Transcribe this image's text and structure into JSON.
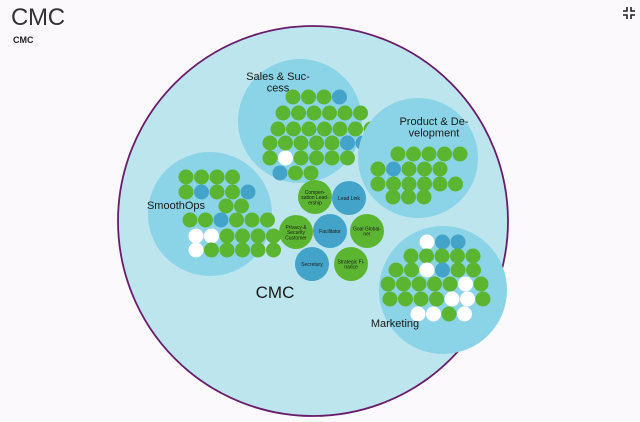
{
  "app": {
    "title": "CMC",
    "subtitle": "CMC"
  },
  "controls": {
    "fullscreen_icon": "collapse-arrows-icon"
  },
  "colors": {
    "background": "#fbf9fc",
    "root_circle_fill": "#bce5ee",
    "root_circle_stroke": "#6a1b6b",
    "team_circle_fill": "#8bd3e6",
    "role_green": "#5cb531",
    "role_blue": "#43a3c8",
    "role_white": "#ffffff",
    "label_text": "#1a1a1a"
  },
  "root": {
    "name": "CMC"
  },
  "teams": [
    {
      "name_lines": [
        "Sales & Suc-",
        "cess"
      ],
      "roles": [
        {
          "name": "",
          "type": "green"
        },
        {
          "name": "",
          "type": "green"
        },
        {
          "name": "",
          "type": "green"
        },
        {
          "name": "",
          "type": "blue"
        },
        {
          "name": "",
          "type": "green"
        },
        {
          "name": "",
          "type": "green"
        },
        {
          "name": "",
          "type": "green"
        },
        {
          "name": "",
          "type": "green"
        },
        {
          "name": "",
          "type": "green"
        },
        {
          "name": "",
          "type": "green"
        },
        {
          "name": "",
          "type": "green"
        },
        {
          "name": "",
          "type": "green"
        },
        {
          "name": "",
          "type": "green"
        },
        {
          "name": "",
          "type": "green"
        },
        {
          "name": "",
          "type": "green"
        },
        {
          "name": "",
          "type": "green"
        },
        {
          "name": "",
          "type": "green"
        },
        {
          "name": "",
          "type": "green"
        },
        {
          "name": "",
          "type": "green"
        },
        {
          "name": "",
          "type": "green"
        },
        {
          "name": "",
          "type": "green"
        },
        {
          "name": "",
          "type": "green"
        },
        {
          "name": "",
          "type": "blue"
        },
        {
          "name": "",
          "type": "blue"
        },
        {
          "name": "",
          "type": "green"
        },
        {
          "name": "",
          "type": "white"
        },
        {
          "name": "",
          "type": "green"
        },
        {
          "name": "",
          "type": "green"
        },
        {
          "name": "",
          "type": "green"
        },
        {
          "name": "",
          "type": "green"
        },
        {
          "name": "",
          "type": "blue"
        },
        {
          "name": "",
          "type": "green"
        },
        {
          "name": "",
          "type": "green"
        }
      ]
    },
    {
      "name_lines": [
        "Product & De-",
        "velopment"
      ],
      "roles": [
        {
          "name": "",
          "type": "green"
        },
        {
          "name": "",
          "type": "green"
        },
        {
          "name": "",
          "type": "green"
        },
        {
          "name": "",
          "type": "green"
        },
        {
          "name": "",
          "type": "green"
        },
        {
          "name": "",
          "type": "green"
        },
        {
          "name": "",
          "type": "blue"
        },
        {
          "name": "",
          "type": "green"
        },
        {
          "name": "",
          "type": "green"
        },
        {
          "name": "",
          "type": "green"
        },
        {
          "name": "",
          "type": "green"
        },
        {
          "name": "",
          "type": "green"
        },
        {
          "name": "",
          "type": "green"
        },
        {
          "name": "",
          "type": "green"
        },
        {
          "name": "",
          "type": "green"
        },
        {
          "name": "",
          "type": "green"
        },
        {
          "name": "",
          "type": "green"
        },
        {
          "name": "",
          "type": "green"
        },
        {
          "name": "",
          "type": "green"
        },
        {
          "name": "",
          "type": "green"
        },
        {
          "name": "",
          "type": "green"
        },
        {
          "name": "",
          "type": "blue"
        },
        {
          "name": "",
          "type": "green"
        },
        {
          "name": "",
          "type": "green"
        }
      ]
    },
    {
      "name_lines": [
        "SmoothOps"
      ],
      "roles": [
        {
          "name": "",
          "type": "green"
        },
        {
          "name": "",
          "type": "green"
        },
        {
          "name": "",
          "type": "green"
        },
        {
          "name": "",
          "type": "green"
        },
        {
          "name": "",
          "type": "green"
        },
        {
          "name": "",
          "type": "blue"
        },
        {
          "name": "",
          "type": "green"
        },
        {
          "name": "",
          "type": "green"
        },
        {
          "name": "",
          "type": "blue"
        },
        {
          "name": "",
          "type": "green"
        },
        {
          "name": "",
          "type": "green"
        },
        {
          "name": "",
          "type": "green"
        },
        {
          "name": "",
          "type": "green"
        },
        {
          "name": "",
          "type": "blue"
        },
        {
          "name": "",
          "type": "green"
        },
        {
          "name": "",
          "type": "green"
        },
        {
          "name": "",
          "type": "green"
        },
        {
          "name": "",
          "type": "white"
        },
        {
          "name": "",
          "type": "white"
        },
        {
          "name": "",
          "type": "green"
        },
        {
          "name": "",
          "type": "green"
        },
        {
          "name": "",
          "type": "green"
        },
        {
          "name": "",
          "type": "green"
        },
        {
          "name": "",
          "type": "white"
        },
        {
          "name": "",
          "type": "green"
        },
        {
          "name": "",
          "type": "green"
        },
        {
          "name": "",
          "type": "green"
        },
        {
          "name": "",
          "type": "green"
        },
        {
          "name": "",
          "type": "green"
        }
      ]
    },
    {
      "name_lines": [
        "Marketing"
      ],
      "roles": [
        {
          "name": "",
          "type": "white"
        },
        {
          "name": "",
          "type": "blue"
        },
        {
          "name": "",
          "type": "blue"
        },
        {
          "name": "",
          "type": "green"
        },
        {
          "name": "",
          "type": "green"
        },
        {
          "name": "",
          "type": "green"
        },
        {
          "name": "",
          "type": "green"
        },
        {
          "name": "",
          "type": "green"
        },
        {
          "name": "",
          "type": "green"
        },
        {
          "name": "",
          "type": "green"
        },
        {
          "name": "",
          "type": "white"
        },
        {
          "name": "",
          "type": "blue"
        },
        {
          "name": "",
          "type": "green"
        },
        {
          "name": "",
          "type": "green"
        },
        {
          "name": "",
          "type": "green"
        },
        {
          "name": "",
          "type": "green"
        },
        {
          "name": "",
          "type": "green"
        },
        {
          "name": "",
          "type": "green"
        },
        {
          "name": "",
          "type": "green"
        },
        {
          "name": "",
          "type": "white"
        },
        {
          "name": "",
          "type": "green"
        },
        {
          "name": "",
          "type": "green"
        },
        {
          "name": "",
          "type": "green"
        },
        {
          "name": "",
          "type": "green"
        },
        {
          "name": "",
          "type": "green"
        },
        {
          "name": "",
          "type": "white"
        },
        {
          "name": "",
          "type": "white"
        },
        {
          "name": "",
          "type": "green"
        },
        {
          "name": "",
          "type": "white"
        },
        {
          "name": "",
          "type": "white"
        },
        {
          "name": "",
          "type": "green"
        },
        {
          "name": "",
          "type": "white"
        },
        {
          "name": "",
          "type": "white"
        },
        {
          "name": "",
          "type": "green"
        }
      ]
    }
  ],
  "core_roles": [
    {
      "lines": [
        "Facilitator"
      ],
      "type": "blue"
    },
    {
      "lines": [
        "Compen-",
        "sation Lead-",
        "ership"
      ],
      "type": "green"
    },
    {
      "lines": [
        "Lead Link"
      ],
      "type": "blue"
    },
    {
      "lines": [
        "Goal Global-",
        "ner"
      ],
      "type": "green"
    },
    {
      "lines": [
        "Strategic Fi-",
        "nance"
      ],
      "type": "green"
    },
    {
      "lines": [
        "Secretary"
      ],
      "type": "blue"
    },
    {
      "lines": [
        "Privacy &",
        "Security",
        "Customer"
      ],
      "type": "green"
    }
  ]
}
